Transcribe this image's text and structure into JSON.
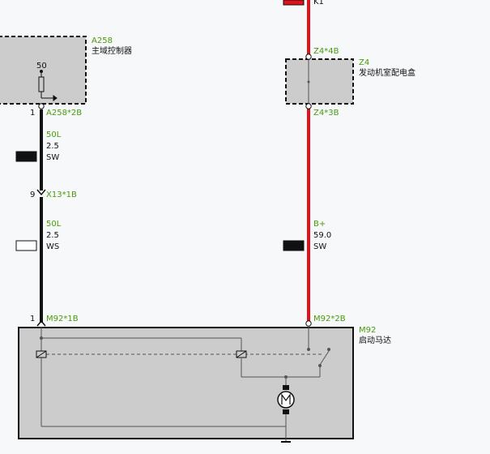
{
  "colors": {
    "background": "#f6f8f9",
    "component_fill": "#cccccc",
    "component_border": "#111111",
    "wire_black": "#111111",
    "wire_red": "#e0121b",
    "label_green": "#4a9a0c",
    "label_black": "#111111"
  },
  "components": {
    "a258": {
      "id": "A258",
      "name": "主域控制器",
      "inner_label": "50"
    },
    "z4": {
      "id": "Z4",
      "name": "发动机室配电盒"
    },
    "m92": {
      "id": "M92",
      "name": "启动马达"
    }
  },
  "top": {
    "pin_label": "K1"
  },
  "connectors": {
    "a258_2b": {
      "pin": "1",
      "label": "A258*2B"
    },
    "x13_1b": {
      "pin": "9",
      "label": "X13*1B"
    },
    "m92_1b": {
      "pin": "1",
      "label": "M92*1B"
    },
    "z4_4b": {
      "label": "Z4*4B"
    },
    "z4_3b": {
      "label": "Z4*3B"
    },
    "m92_2b": {
      "label": "M92*2B"
    }
  },
  "wires": {
    "w1": {
      "signal": "50L",
      "gauge": "2.5",
      "color": "SW"
    },
    "w2": {
      "signal": "50L",
      "gauge": "2.5",
      "color": "WS"
    },
    "w3": {
      "signal": "B+",
      "gauge": "59.0",
      "color": "SW"
    }
  }
}
